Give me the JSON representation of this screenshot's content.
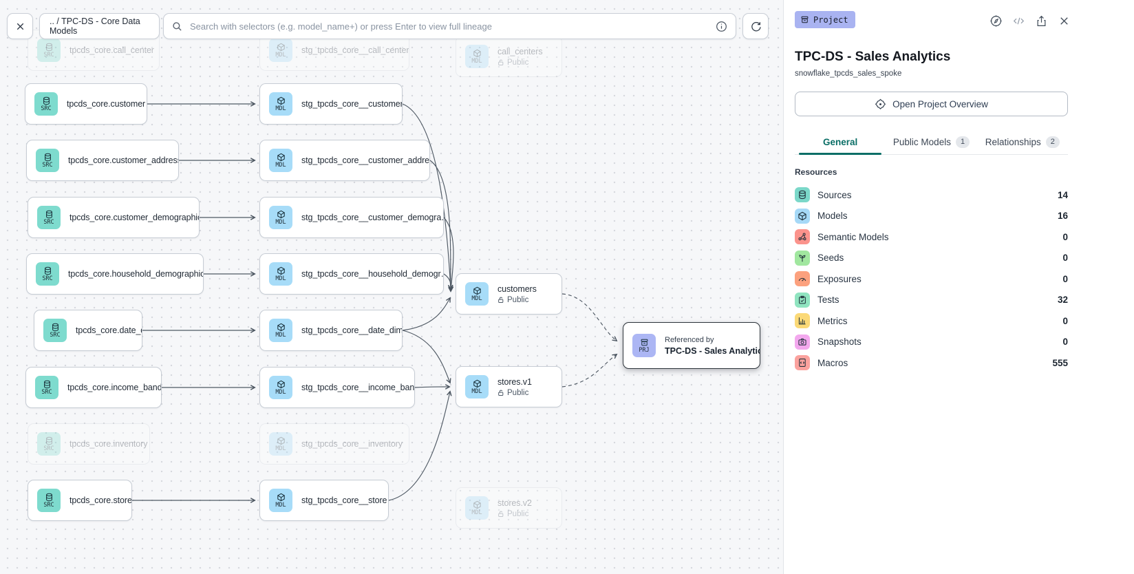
{
  "toolbar": {
    "breadcrumb": ".. / TPC-DS - Core Data Models",
    "search_placeholder": "Search with selectors (e.g. model_name+) or press Enter to view full lineage"
  },
  "canvas": {
    "nodes": [
      {
        "badge": "SRC",
        "label": "tpcds_core.call_center",
        "faded": true
      },
      {
        "badge": "SRC",
        "label": "tpcds_core.customer"
      },
      {
        "badge": "SRC",
        "label": "tpcds_core.customer_address"
      },
      {
        "badge": "SRC",
        "label": "tpcds_core.customer_demographics"
      },
      {
        "badge": "SRC",
        "label": "tpcds_core.household_demographics"
      },
      {
        "badge": "SRC",
        "label": "tpcds_core.date_dim"
      },
      {
        "badge": "SRC",
        "label": "tpcds_core.income_band"
      },
      {
        "badge": "SRC",
        "label": "tpcds_core.inventory",
        "faded": true
      },
      {
        "badge": "SRC",
        "label": "tpcds_core.store"
      },
      {
        "badge": "MDL",
        "label": "stg_tpcds_core__call_center",
        "faded": true
      },
      {
        "badge": "MDL",
        "label": "stg_tpcds_core__customer"
      },
      {
        "badge": "MDL",
        "label": "stg_tpcds_core__customer_address"
      },
      {
        "badge": "MDL",
        "label": "stg_tpcds_core__customer_demogra…"
      },
      {
        "badge": "MDL",
        "label": "stg_tpcds_core__household_demogr…"
      },
      {
        "badge": "MDL",
        "label": "stg_tpcds_core__date_dim"
      },
      {
        "badge": "MDL",
        "label": "stg_tpcds_core__income_band"
      },
      {
        "badge": "MDL",
        "label": "stg_tpcds_core__inventory",
        "faded": true
      },
      {
        "badge": "MDL",
        "label": "stg_tpcds_core__store"
      },
      {
        "badge": "MDL",
        "label": "call_centers",
        "visibility": "Public",
        "faded": true
      },
      {
        "badge": "MDL",
        "label": "customers",
        "visibility": "Public"
      },
      {
        "badge": "MDL",
        "label": "stores.v1",
        "visibility": "Public"
      },
      {
        "badge": "MDL",
        "label": "stores.v2",
        "visibility": "Public",
        "faded": true
      }
    ],
    "project_node": {
      "badge": "PRJ",
      "caption": "Referenced by",
      "label": "TPC-DS - Sales Analytics"
    }
  },
  "panel": {
    "badge": "Project",
    "title": "TPC-DS - Sales Analytics",
    "subtitle": "snowflake_tpcds_sales_spoke",
    "overview_button": "Open Project Overview",
    "tabs": [
      {
        "label": "General",
        "active": true
      },
      {
        "label": "Public Models",
        "count": "1"
      },
      {
        "label": "Relationships",
        "count": "2"
      }
    ],
    "resources_heading": "Resources",
    "resources": [
      {
        "label": "Sources",
        "count": "14",
        "icon": "database-icon",
        "color": "#7bd8c9"
      },
      {
        "label": "Models",
        "count": "16",
        "icon": "cube-icon",
        "color": "#a6d9f7"
      },
      {
        "label": "Semantic Models",
        "count": "0",
        "icon": "semantic-graph-icon",
        "color": "#fb938c"
      },
      {
        "label": "Seeds",
        "count": "0",
        "icon": "seedling-icon",
        "color": "#a1e79f"
      },
      {
        "label": "Exposures",
        "count": "0",
        "icon": "gauge-icon",
        "color": "#fca17e"
      },
      {
        "label": "Tests",
        "count": "32",
        "icon": "clipboard-check-icon",
        "color": "#90e4c0"
      },
      {
        "label": "Metrics",
        "count": "0",
        "icon": "bar-chart-icon",
        "color": "#fbd977"
      },
      {
        "label": "Snapshots",
        "count": "0",
        "icon": "camera-icon",
        "color": "#f3a8ee"
      },
      {
        "label": "Macros",
        "count": "555",
        "icon": "code-file-icon",
        "color": "#fba29e"
      }
    ]
  },
  "colors": {
    "accent_teal": "#0a6e66",
    "source_tile": "#7edbce",
    "model_tile": "#a7dcf8",
    "project_tile": "#acb6f4",
    "project_badge_bg": "#a9b3f1",
    "edge": "#4e5863",
    "canvas_bg": "#f6f7f9"
  }
}
